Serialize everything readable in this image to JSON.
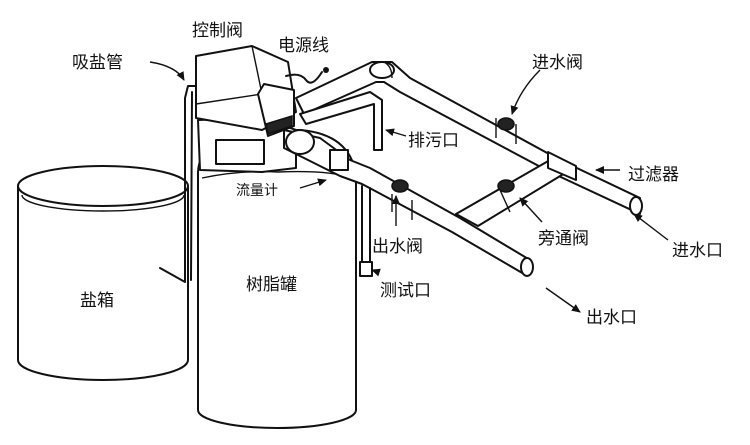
{
  "labels": {
    "control_valve": "控制阀",
    "power_cord": "电源线",
    "salt_suction_pipe": "吸盐管",
    "inlet_valve": "进水阀",
    "drain_outlet": "排污口",
    "filter": "过滤器",
    "flow_meter": "流量计",
    "outlet_valve": "出水阀",
    "bypass_valve": "旁通阀",
    "water_inlet": "进水口",
    "salt_tank": "盐箱",
    "resin_tank": "树脂罐",
    "test_port": "测试口",
    "water_outlet": "出水口"
  }
}
